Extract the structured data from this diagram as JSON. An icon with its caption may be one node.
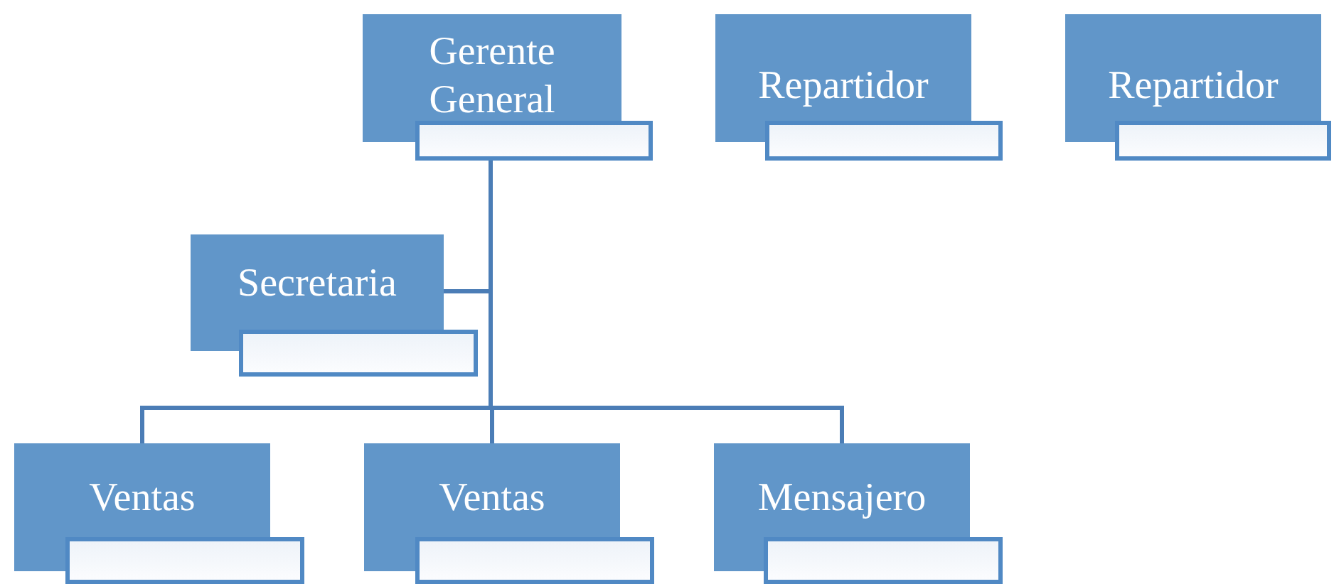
{
  "diagram": {
    "nodes": [
      {
        "text": [
          "Gerente General"
        ]
      },
      {
        "text": [
          "Repartidor"
        ]
      },
      {
        "text": [
          "Repartidor"
        ]
      },
      {
        "text": [
          "Secretaria"
        ]
      },
      {
        "text": [
          "Ventas"
        ]
      },
      {
        "text": [
          "Ventas"
        ]
      },
      {
        "text": [
          "Mensajero"
        ]
      }
    ],
    "edges": [
      {
        "from": 0,
        "to": 3,
        "arrow": "none"
      },
      {
        "from": 0,
        "to": 4,
        "arrow": "none"
      },
      {
        "from": 0,
        "to": 5,
        "arrow": "none"
      },
      {
        "from": 0,
        "to": 6,
        "arrow": "none"
      }
    ]
  }
}
